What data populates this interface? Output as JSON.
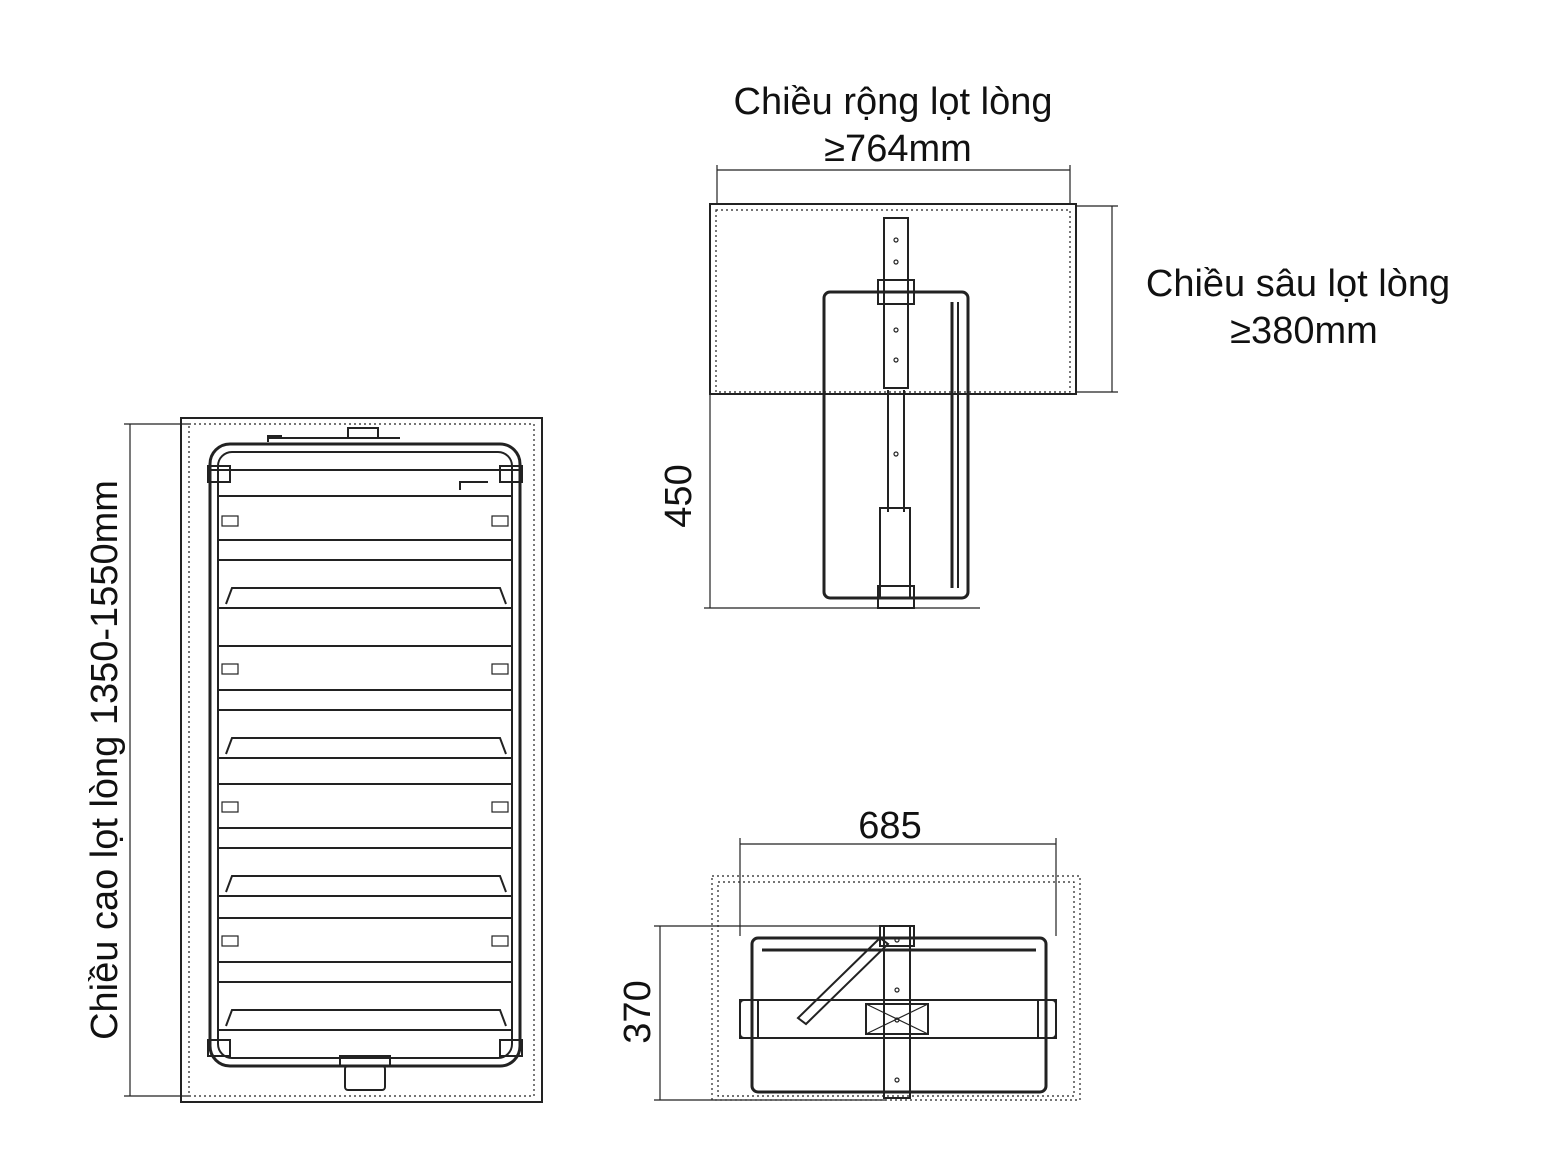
{
  "labels": {
    "width_line1": "Chiều rộng lọt lòng",
    "width_line2": "≥764mm",
    "depth_line1": "Chiều sâu lọt lòng",
    "depth_line2": "≥380mm",
    "height_label": "Chiều cao lọt lòng 1350-1550mm",
    "dim_450": "450",
    "dim_685": "685",
    "dim_370": "370"
  },
  "colors": {
    "line": "#222222",
    "text": "#111111",
    "background": "#ffffff"
  }
}
